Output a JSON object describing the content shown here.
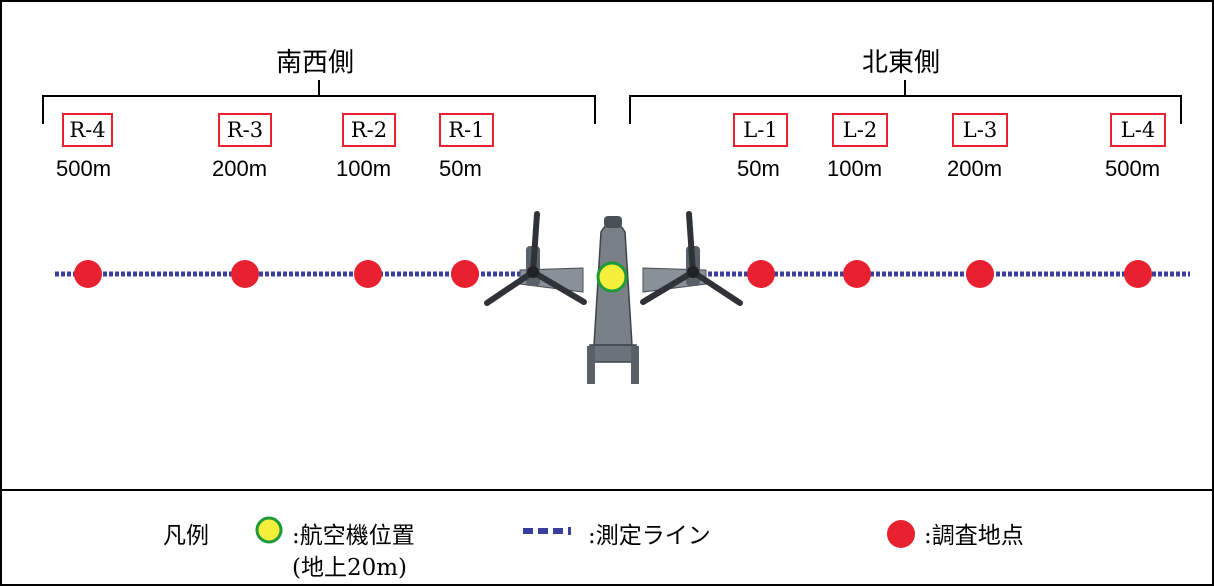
{
  "sides": {
    "southwest": "南西側",
    "northeast": "北東側"
  },
  "points_left": [
    {
      "label": "R-4",
      "distance": "500m"
    },
    {
      "label": "R-3",
      "distance": "200m"
    },
    {
      "label": "R-2",
      "distance": "100m"
    },
    {
      "label": "R-1",
      "distance": "50m"
    }
  ],
  "points_right": [
    {
      "label": "L-1",
      "distance": "50m"
    },
    {
      "label": "L-2",
      "distance": "100m"
    },
    {
      "label": "L-3",
      "distance": "200m"
    },
    {
      "label": "L-4",
      "distance": "500m"
    }
  ],
  "legend": {
    "title": "凡例",
    "aircraft": ":航空機位置",
    "aircraft_note": "(地上20m)",
    "line": ":測定ライン",
    "point": ":調査地点"
  },
  "colors": {
    "measurement_point": "#e8202f",
    "measurement_line": "#3b3f9c",
    "aircraft_marker_fill": "#f5ee3a",
    "aircraft_marker_stroke": "#1f9a3a",
    "aircraft_body": "#7a8088",
    "label_border": "#e8202f"
  },
  "icons": {
    "aircraft": "tiltrotor-aircraft-icon"
  }
}
